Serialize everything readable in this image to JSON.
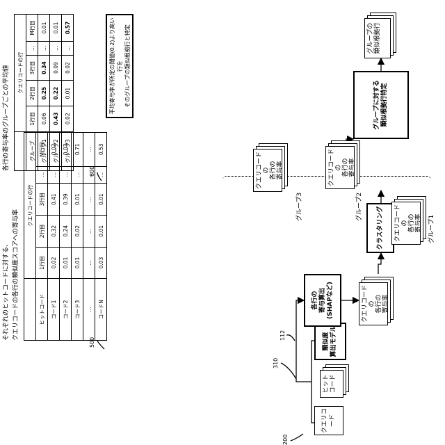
{
  "refs": {
    "r200": "200",
    "r310": "310",
    "r112": "112",
    "r500": "500",
    "r600": "600"
  },
  "left": {
    "query_code": "クエリコード",
    "hit_code": "ヒット\nコード",
    "model": "類似度\n算出モデル",
    "contrib_calc": "各行の\n寄与算出\n(SHAPなど)",
    "query_contrib": "クエリコードの\n各行の\n寄与率",
    "clustering": "クラスタリング",
    "groups": [
      {
        "label": "グループ1",
        "doc": "クエリコードの\n各行の\n寄与率"
      },
      {
        "label": "グループ2",
        "doc": "クエリコードの\n各行の\n寄与率"
      },
      {
        "label": "グループ3",
        "doc": "クエリコードの\n各行の\n寄与率"
      }
    ],
    "identify": "グループに対する\n類似根拠行特定",
    "result": "グループの\n類似根拠行"
  },
  "table500": {
    "caption1": "それぞれのヒットコードに対する、",
    "caption2": "クエリコードの各行の類似度スコアへの寄与率",
    "head": "クエリコードの行",
    "cols": [
      "ヒットコード",
      "1行目",
      "2行目",
      "3行目",
      "…",
      "M行目"
    ],
    "rows": [
      [
        "コード1",
        "0.02",
        "0.32",
        "0.41",
        "…",
        "0.02"
      ],
      [
        "コード2",
        "0.01",
        "0.24",
        "0.39",
        "…",
        "0.03"
      ],
      [
        "コード3",
        "0.01",
        "0.02",
        "0.01",
        "…",
        "0.71"
      ],
      [
        "…",
        "…",
        "…",
        "…",
        "…",
        "…"
      ],
      [
        "コードN",
        "0.03",
        "0.01",
        "0.01",
        "…",
        "0.53"
      ]
    ]
  },
  "table600": {
    "caption": "各行の寄与率のグループごとの平均値",
    "head": "クエリコードの行",
    "cols": [
      "グループ",
      "1行目",
      "2行目",
      "3行目",
      "…",
      "M行目"
    ],
    "rows": [
      [
        "グループ1",
        "0.06",
        "0.25",
        "0.34",
        "…",
        "0.01"
      ],
      [
        "グループ2",
        "0.43",
        "0.22",
        "0.09",
        "…",
        "0.01"
      ],
      [
        "グループ3",
        "0.02",
        "0.01",
        "0.02",
        "…",
        "0.57"
      ]
    ],
    "bold": [
      [
        0,
        2
      ],
      [
        0,
        3
      ],
      [
        1,
        1
      ],
      [
        1,
        2
      ],
      [
        2,
        5
      ]
    ],
    "note": "平均寄与率が所定の閾値(0.2)より高い行を\nそのグループの類似根拠行と特定"
  }
}
